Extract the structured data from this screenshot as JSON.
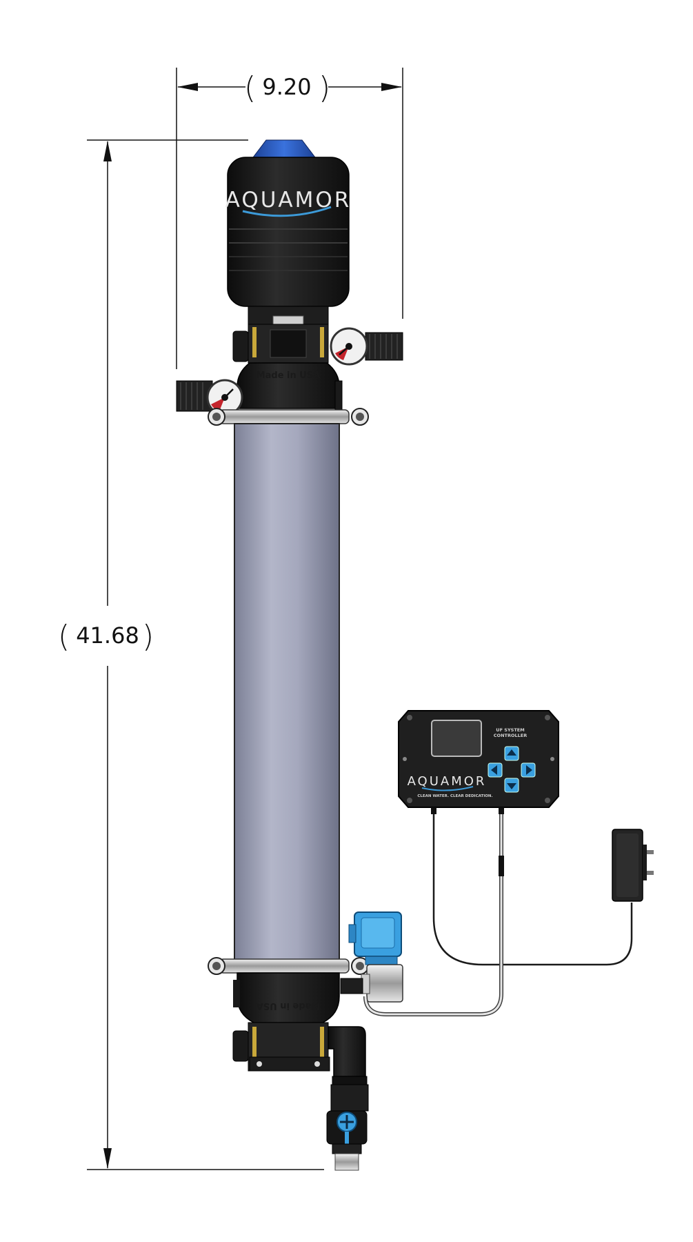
{
  "dimensions": {
    "width_value": "9.20",
    "height_value": "41.68"
  },
  "branding": {
    "logo_text": "AQUAMOR",
    "tagline": "CLEAN WATER. CLEAR DEDICATION."
  },
  "housing": {
    "top_emboss": "Made in USA",
    "bottom_emboss": "Made in USA"
  },
  "controller": {
    "title_line1": "UF SYSTEM",
    "title_line2": "CONTROLLER"
  },
  "colors": {
    "membrane": "#9fa3b8",
    "cap_blue": "#2a5fc4",
    "valve_blue": "#3aa0e0",
    "housing_black": "#1c1c1c"
  }
}
